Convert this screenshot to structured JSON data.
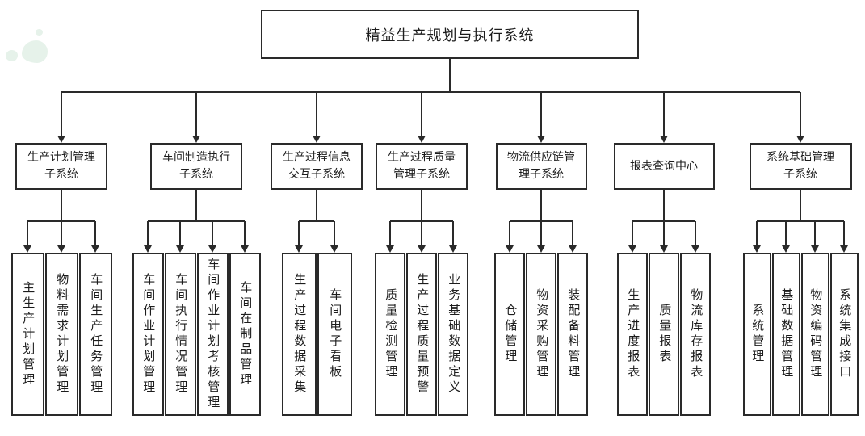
{
  "diagram": {
    "title": "精益生产规划与执行系统",
    "subsystems": [
      {
        "label": "生产计划管理子系统",
        "children": [
          "主生产计划管理",
          "物料需求计划管理",
          "车间生产任务管理"
        ]
      },
      {
        "label": "车间制造执行子系统",
        "children": [
          "车间作业计划管理",
          "车间执行情况管理",
          "车间作业计划考核管理",
          "车间在制品管理"
        ]
      },
      {
        "label": "生产过程信息交互子系统",
        "children": [
          "生产过程数据采集",
          "车间电子看板"
        ]
      },
      {
        "label": "生产过程质量管理子系统",
        "children": [
          "质量检测管理",
          "生产过程质量预警",
          "业务基础数据定义"
        ]
      },
      {
        "label": "物流供应链管理子系统",
        "children": [
          "仓储管理",
          "物资采购管理",
          "装配备料管理"
        ]
      },
      {
        "label": "报表查询中心",
        "children": [
          "生产进度报表",
          "质量报表",
          "物流库存报表"
        ]
      },
      {
        "label": "系统基础管理子系统",
        "children": [
          "系统管理",
          "基础数据管理",
          "物资编码管理",
          "系统集成接口"
        ]
      }
    ],
    "colors": {
      "line": "#2a2a2a",
      "text": "#1c1c1c",
      "background": "#ffffff",
      "watermark": "#e6f2ea"
    }
  }
}
